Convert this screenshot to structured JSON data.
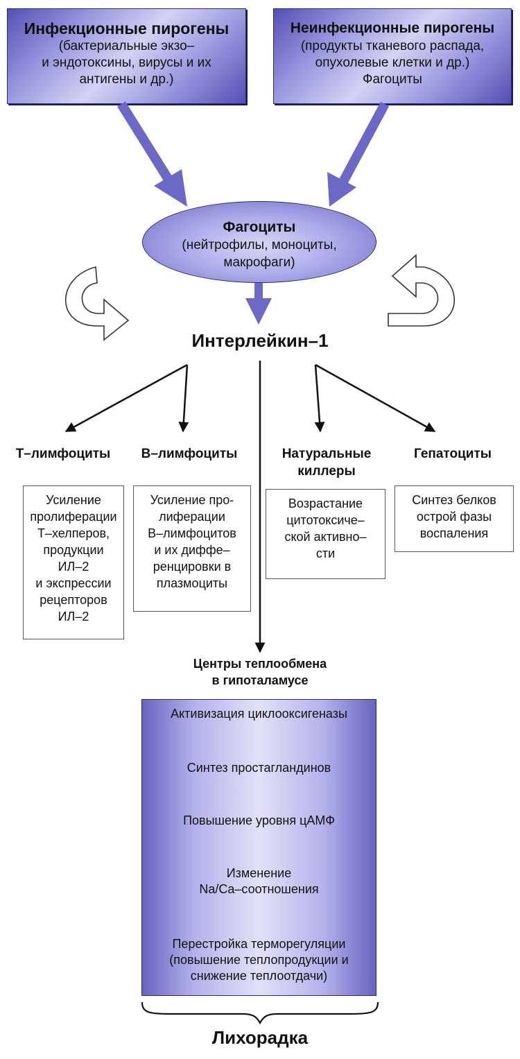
{
  "infectious": {
    "title": "Инфекционные пирогены",
    "body": "(бактериальные экзо–\nи эндотоксины, вирусы и их\nантигены и др.)"
  },
  "noninfectious": {
    "title": "Неинфекционные пирогены",
    "body": "(продукты тканевого распада,\nопухолевые клетки и др.)\nФагоциты"
  },
  "phagocytes": {
    "title": "Фагоциты",
    "body": "(нейтрофилы, моноциты,\nмакрофаги)"
  },
  "interleukin": "Интерлейкин–1",
  "targets": [
    {
      "title": "Т–лимфоциты",
      "effect": "Усиление\nпролиферации\nТ–хелперов,\nпродукции\nИЛ–2\nи экспрессии\nрецепторов\nИЛ–2"
    },
    {
      "title": "В–лимфоциты",
      "effect": "Усиление про-\nлиферации\nВ–лимфоцитов\nи их диффе–\nренцировки в\nплазмоциты"
    },
    {
      "title": "Натуральные\nкиллеры",
      "effect": "Возрастание\nцитотоксиче–\nской активно–\nсти"
    },
    {
      "title": "Гепатоциты",
      "effect": "Синтез белков\nострой фазы\nвоспаления"
    }
  ],
  "hypothalamus": {
    "title": "Центры теплообмена\nв гипоталамусе",
    "steps": [
      "Активизация циклооксигеназы",
      "Синтез простагландинов",
      "Повышение уровня цАМФ",
      "Изменение\nNa/Ca–соотношения",
      "Перестройка терморегуляции\n(повышение теплопродукции и\nснижение теплоотдачи)"
    ]
  },
  "result": "Лихорадка",
  "colors": {
    "arrow_blue": "#6b68c6",
    "panel_dark": "#5450b4",
    "panel_light": "#e2e1f8",
    "line": "#111111"
  }
}
